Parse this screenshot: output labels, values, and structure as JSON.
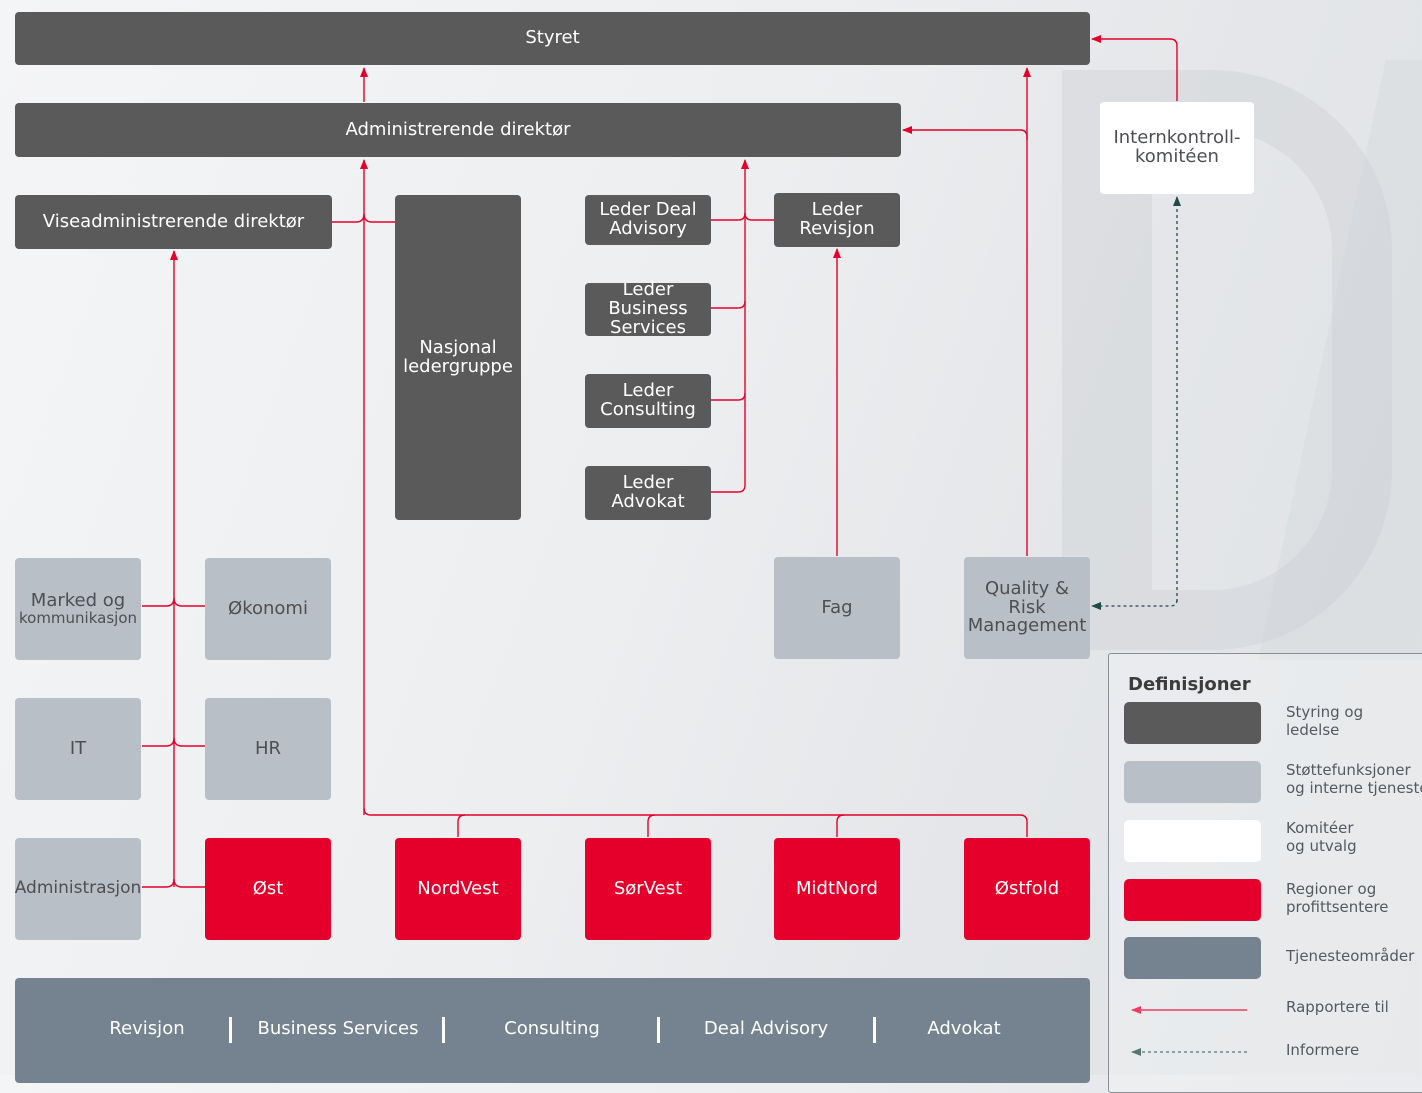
{
  "boxes": {
    "styret": "Styret",
    "adm_dir": "Administrerende direktør",
    "vise_dir": "Viseadministrerende direktør",
    "nasjonal": [
      "Nasjonal",
      "ledergruppe"
    ],
    "leder_deal": [
      "Leder Deal",
      "Advisory"
    ],
    "leder_business": [
      "Leder Business",
      "Services"
    ],
    "leder_consulting": [
      "Leder",
      "Consulting"
    ],
    "leder_advokat": [
      "Leder",
      "Advokat"
    ],
    "leder_revisjon": [
      "Leder",
      "Revisjon"
    ],
    "internkontroll": [
      "Internkontroll-",
      "komitéen"
    ],
    "marked": [
      "Marked og",
      "kommunikasjon"
    ],
    "okonomi": "Økonomi",
    "it": "IT",
    "hr": "HR",
    "administrasjon": "Administrasjon",
    "fag": "Fag",
    "quality": [
      "Quality & Risk",
      "Management"
    ]
  },
  "regions": [
    "Øst",
    "NordVest",
    "SørVest",
    "MidtNord",
    "Østfold"
  ],
  "service_areas": [
    "Revisjon",
    "Business Services",
    "Consulting",
    "Deal Advisory",
    "Advokat"
  ],
  "legend": {
    "title": "Definisjoner",
    "items": [
      {
        "label": [
          "Styring og",
          "ledelse"
        ],
        "color": "#5a5a5a"
      },
      {
        "label": [
          "Støttefunksjoner",
          "og interne tjenester"
        ],
        "color": "#b8bfc7"
      },
      {
        "label": [
          "Komitéer",
          "og utvalg"
        ],
        "color": "#ffffff"
      },
      {
        "label": [
          "Regioner og",
          "profittsentere"
        ],
        "color": "#e4002b"
      },
      {
        "label": [
          "Tjenesteområder"
        ],
        "color": "#74838f"
      }
    ],
    "report_label": "Rapportere til",
    "inform_label": "Informere"
  },
  "colors": {
    "governance": "#5a5a5a",
    "support": "#b8bfc7",
    "committee": "#ffffff",
    "region": "#e4002b",
    "service": "#74838f",
    "report_line": "#e4002b",
    "inform_line": "#1f4a4a"
  }
}
